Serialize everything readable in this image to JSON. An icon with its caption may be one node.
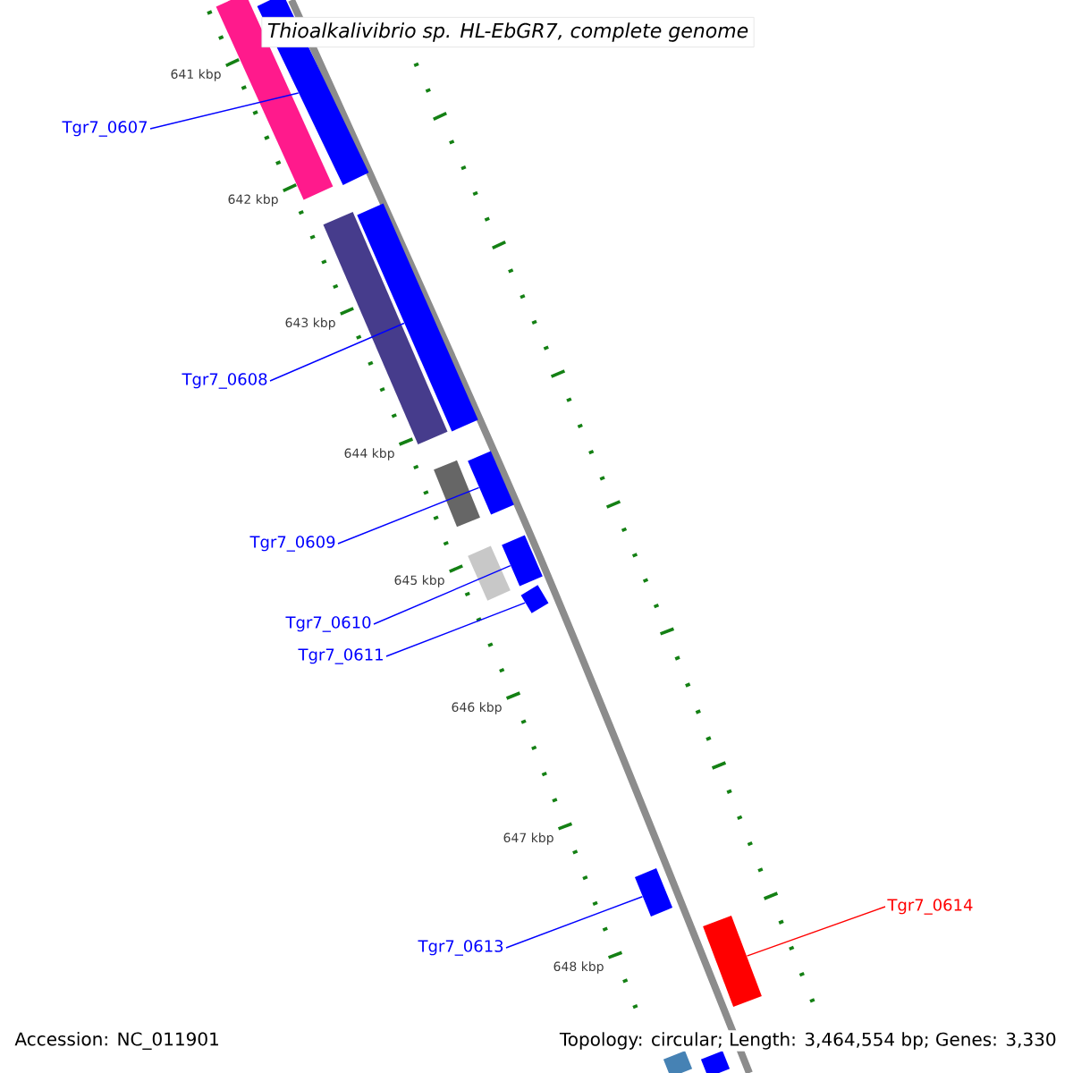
{
  "diagram": {
    "title": "Thioalkalivibrio sp. HL-EbGR7, complete genome",
    "nodes": [
      {
        "text": [
          "Tgr7_0607"
        ]
      },
      {
        "text": [
          "Tgr7_0608"
        ]
      },
      {
        "text": [
          "Tgr7_0609"
        ]
      },
      {
        "text": [
          "Tgr7_0610"
        ]
      },
      {
        "text": [
          "Tgr7_0611"
        ]
      },
      {
        "text": [
          "Tgr7_0613"
        ]
      },
      {
        "text": [
          "Tgr7_0614"
        ]
      },
      {
        "text": [],
        "shape": "bar"
      },
      {
        "text": [],
        "shape": "bar"
      },
      {
        "text": [],
        "shape": "bar"
      },
      {
        "text": [],
        "shape": "bar"
      },
      {
        "text": [],
        "shape": "bar"
      },
      {
        "text": [],
        "shape": "bar"
      },
      {
        "text": [],
        "shape": "bar"
      },
      {
        "text": [],
        "shape": "bar"
      },
      {
        "text": [],
        "shape": "bar"
      },
      {
        "text": [],
        "shape": "bar"
      },
      {
        "text": [],
        "shape": "bar"
      },
      {
        "text": [],
        "shape": "bar"
      },
      {
        "text": [],
        "shape": "bar"
      }
    ],
    "edges": [
      {
        "from": 0,
        "to": 7,
        "arrow": "none"
      },
      {
        "from": 1,
        "to": 8,
        "arrow": "none"
      },
      {
        "from": 2,
        "to": 9,
        "arrow": "none"
      },
      {
        "from": 3,
        "to": 10,
        "arrow": "none"
      },
      {
        "from": 4,
        "to": 11,
        "arrow": "none"
      },
      {
        "from": 5,
        "to": 12,
        "arrow": "none"
      },
      {
        "from": 6,
        "to": 13,
        "arrow": "none",
        "color": "#ff0000"
      }
    ],
    "labels": [
      "641 kbp",
      "642 kbp",
      "643 kbp",
      "644 kbp",
      "645 kbp",
      "646 kbp",
      "647 kbp",
      "648 kbp",
      "Accession: NC_011901",
      "Topology: circular; Length: 3,464,554 bp; Genes: 3,330"
    ]
  }
}
